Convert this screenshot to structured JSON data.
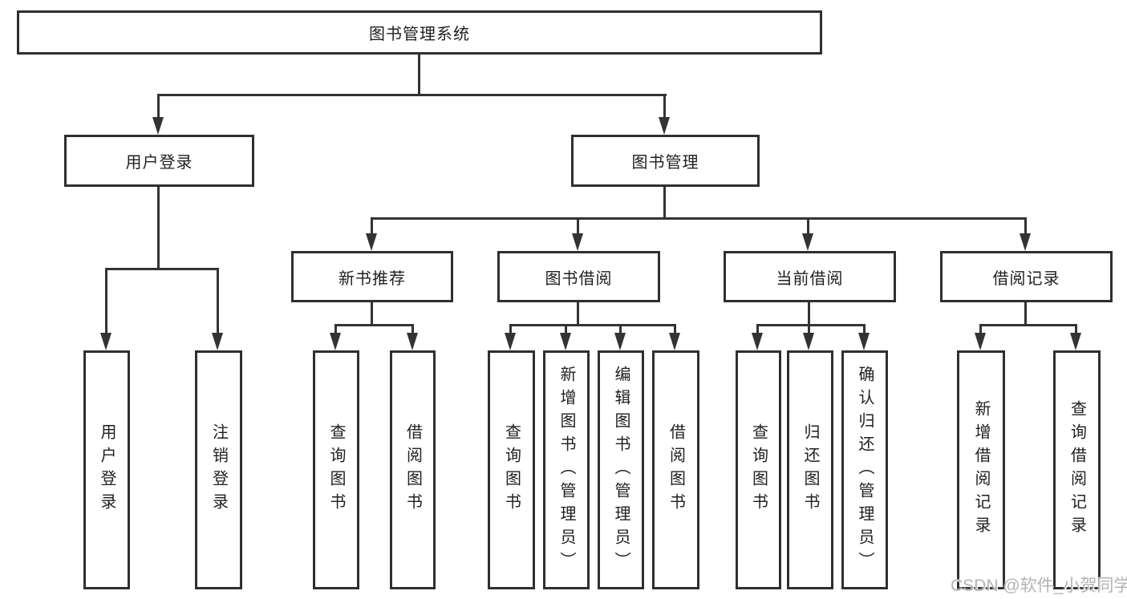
{
  "tree": {
    "label": "图书管理系统",
    "children": [
      {
        "label": "用户登录",
        "children": [
          {
            "label": "用户登录"
          },
          {
            "label": "注销登录"
          }
        ]
      },
      {
        "label": "图书管理",
        "children": [
          {
            "label": "新书推荐",
            "children": [
              {
                "label": "查询图书"
              },
              {
                "label": "借阅图书"
              }
            ]
          },
          {
            "label": "图书借阅",
            "children": [
              {
                "label": "查询图书"
              },
              {
                "label": "新增图书（管理员）"
              },
              {
                "label": "编辑图书（管理员）"
              },
              {
                "label": "借阅图书"
              }
            ]
          },
          {
            "label": "当前借阅",
            "children": [
              {
                "label": "查询图书"
              },
              {
                "label": "归还图书"
              },
              {
                "label": "确认归还（管理员）"
              }
            ]
          },
          {
            "label": "借阅记录",
            "children": [
              {
                "label": "新增借阅记录"
              },
              {
                "label": "查询借阅记录"
              }
            ]
          }
        ]
      }
    ]
  },
  "watermark": {
    "text": "CSDN @软件_小贺同学"
  },
  "colors": {
    "line": "#333333",
    "box_border": "#2f2f2f",
    "text": "#1f1f1f",
    "watermark": "#b3b3b3",
    "background": "#ffffff"
  }
}
